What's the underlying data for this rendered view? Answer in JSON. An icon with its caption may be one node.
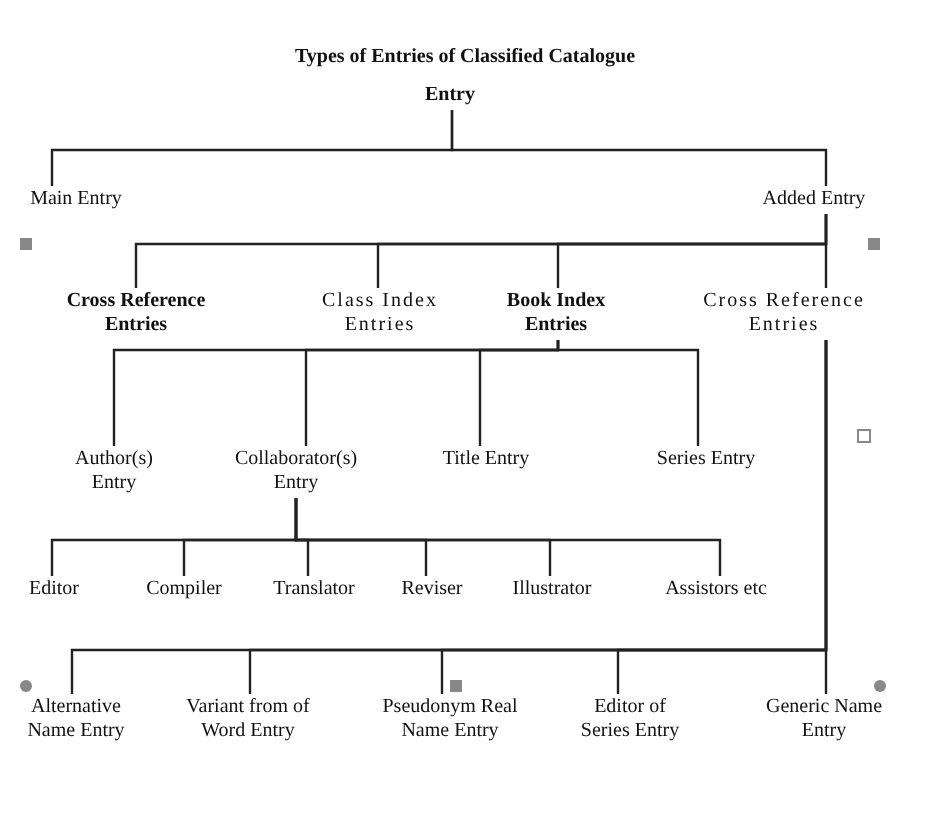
{
  "diagram": {
    "title": "Types of Entries of Classified Catalogue",
    "nodes": [
      {
        "text": [
          "Entry"
        ]
      },
      {
        "text": [
          "Main Entry"
        ]
      },
      {
        "text": [
          "Added Entry"
        ]
      },
      {
        "text": [
          "Cross Reference Entries"
        ]
      },
      {
        "text": [
          "Class Index Entries"
        ]
      },
      {
        "text": [
          "Book Index Entries"
        ]
      },
      {
        "text": [
          "Cross Reference Entries"
        ]
      },
      {
        "text": [
          "Author(s) Entry"
        ]
      },
      {
        "text": [
          "Collaborator(s) Entry"
        ]
      },
      {
        "text": [
          "Title Entry"
        ]
      },
      {
        "text": [
          "Series Entry"
        ]
      },
      {
        "text": [
          "Editor"
        ]
      },
      {
        "text": [
          "Compiler"
        ]
      },
      {
        "text": [
          "Translator"
        ]
      },
      {
        "text": [
          "Reviser"
        ]
      },
      {
        "text": [
          "Illustrator"
        ]
      },
      {
        "text": [
          "Assistors etc"
        ]
      },
      {
        "text": [
          "Alternative Name Entry"
        ]
      },
      {
        "text": [
          "Variant from of Word Entry"
        ]
      },
      {
        "text": [
          "Pseudonym Real Name Entry"
        ]
      },
      {
        "text": [
          "Editor of Series Entry"
        ]
      },
      {
        "text": [
          "Generic Name Entry"
        ]
      }
    ],
    "edges": [
      {
        "from": 0,
        "to": 1,
        "arrow": "none"
      },
      {
        "from": 0,
        "to": 2,
        "arrow": "none"
      },
      {
        "from": 2,
        "to": 3,
        "arrow": "none"
      },
      {
        "from": 2,
        "to": 4,
        "arrow": "none"
      },
      {
        "from": 2,
        "to": 5,
        "arrow": "none"
      },
      {
        "from": 2,
        "to": 6,
        "arrow": "none"
      },
      {
        "from": 5,
        "to": 7,
        "arrow": "none"
      },
      {
        "from": 5,
        "to": 8,
        "arrow": "none"
      },
      {
        "from": 5,
        "to": 9,
        "arrow": "none"
      },
      {
        "from": 5,
        "to": 10,
        "arrow": "none"
      },
      {
        "from": 8,
        "to": 11,
        "arrow": "none"
      },
      {
        "from": 8,
        "to": 12,
        "arrow": "none"
      },
      {
        "from": 8,
        "to": 13,
        "arrow": "none"
      },
      {
        "from": 8,
        "to": 14,
        "arrow": "none"
      },
      {
        "from": 8,
        "to": 15,
        "arrow": "none"
      },
      {
        "from": 8,
        "to": 16,
        "arrow": "none"
      },
      {
        "from": 6,
        "to": 17,
        "arrow": "none"
      },
      {
        "from": 6,
        "to": 18,
        "arrow": "none"
      },
      {
        "from": 6,
        "to": 19,
        "arrow": "none"
      },
      {
        "from": 6,
        "to": 20,
        "arrow": "none"
      },
      {
        "from": 6,
        "to": 21,
        "arrow": "none"
      }
    ]
  }
}
